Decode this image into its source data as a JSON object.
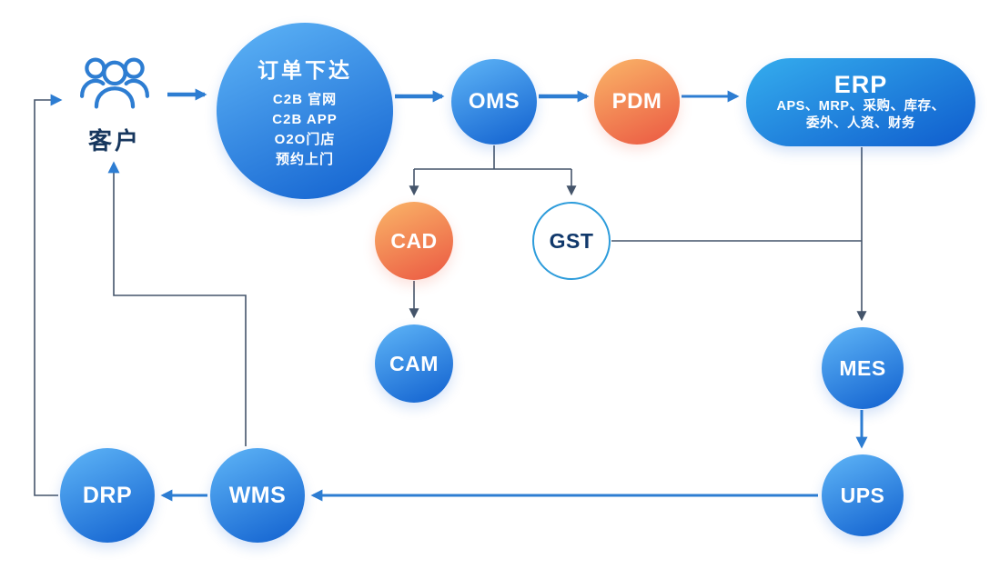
{
  "diagram": {
    "background": "#ffffff",
    "colors": {
      "blue_gradient_start": "#5BB1F5",
      "blue_gradient_end": "#1767D2",
      "orange_gradient_start": "#F9B066",
      "orange_gradient_end": "#EC5F45",
      "outline_circle_border": "#2D9CDB",
      "arrow_blue": "#2D7DD2",
      "connector_dark": "#44546A",
      "label_navy": "#17375E",
      "node_text": "#ffffff"
    }
  },
  "nodes": {
    "customer": {
      "label": "客户"
    },
    "order": {
      "title": "订单下达",
      "lines": [
        "C2B 官网",
        "C2B APP",
        "O2O门店",
        "预约上门"
      ]
    },
    "oms": {
      "label": "OMS"
    },
    "pdm": {
      "label": "PDM"
    },
    "erp": {
      "title": "ERP",
      "lines": [
        "APS、MRP、采购、库存、",
        "委外、人资、财务"
      ]
    },
    "cad": {
      "label": "CAD"
    },
    "gst": {
      "label": "GST"
    },
    "cam": {
      "label": "CAM"
    },
    "mes": {
      "label": "MES"
    },
    "ups": {
      "label": "UPS"
    },
    "wms": {
      "label": "WMS"
    },
    "drp": {
      "label": "DRP"
    }
  },
  "edges": [
    {
      "from": "客户",
      "to": "订单下达"
    },
    {
      "from": "订单下达",
      "to": "OMS"
    },
    {
      "from": "OMS",
      "to": "PDM"
    },
    {
      "from": "PDM",
      "to": "ERP"
    },
    {
      "from": "OMS",
      "to": "CAD"
    },
    {
      "from": "OMS",
      "to": "GST"
    },
    {
      "from": "CAD",
      "to": "CAM"
    },
    {
      "from": "GST",
      "to": "MES"
    },
    {
      "from": "ERP",
      "to": "MES"
    },
    {
      "from": "MES",
      "to": "UPS"
    },
    {
      "from": "UPS",
      "to": "WMS"
    },
    {
      "from": "WMS",
      "to": "DRP"
    },
    {
      "from": "DRP",
      "to": "客户"
    },
    {
      "from": "WMS",
      "to": "客户"
    }
  ]
}
